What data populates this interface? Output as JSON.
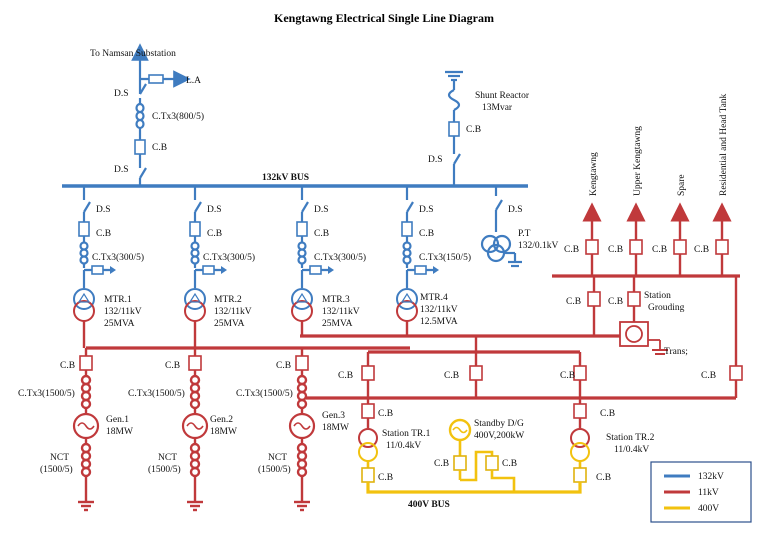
{
  "title": "Kengtawng Electrical Single Line Diagram",
  "labels": {
    "to_substation": "To Namsan Substation",
    "la": "L.A",
    "ds": "D.S",
    "cb": "C.B",
    "ctx_main": "C.Tx3(800/5)",
    "shunt_reactor": "Shunt Reactor",
    "shunt_rating": "13Mvar",
    "bus_132": "132kV BUS",
    "bus_400": "400V BUS",
    "pt": "P.T",
    "pt_rating": "132/0.1kV",
    "ctx_300": "C.Tx3(300/5)",
    "ctx_150": "C.Tx3(150/5)",
    "ctx_1500": "C.Tx3(1500/5)",
    "nct": "NCT",
    "nct_rating": "(1500/5)",
    "mtr1": [
      "MTR.1",
      "132/11kV",
      "25MVA"
    ],
    "mtr2": [
      "MTR.2",
      "132/11kV",
      "25MVA"
    ],
    "mtr3": [
      "MTR.3",
      "132/11kV",
      "25MVA"
    ],
    "mtr4": [
      "MTR.4",
      "132/11kV",
      "12.5MVA"
    ],
    "gen1": [
      "Gen.1",
      "18MW"
    ],
    "gen2": [
      "Gen.2",
      "18MW"
    ],
    "gen3": [
      "Gen.3",
      "18MW"
    ],
    "str1": [
      "Station TR.1",
      "11/0.4kV"
    ],
    "str2": [
      "Station TR.2",
      "11/0.4kV"
    ],
    "standby": [
      "Standby D/G",
      "400V,200kW"
    ],
    "grounding": [
      "Station",
      "Grouding",
      "Trans;"
    ],
    "feeders": [
      "Kengtawng",
      "Upper Kengtawng",
      "Spare",
      "Residential and Head Tank"
    ]
  },
  "legend": [
    {
      "label": "132kV",
      "color": "#3f7cc0"
    },
    {
      "label": "11kV",
      "color": "#c0393b"
    },
    {
      "label": "400V",
      "color": "#f2c20f"
    }
  ]
}
